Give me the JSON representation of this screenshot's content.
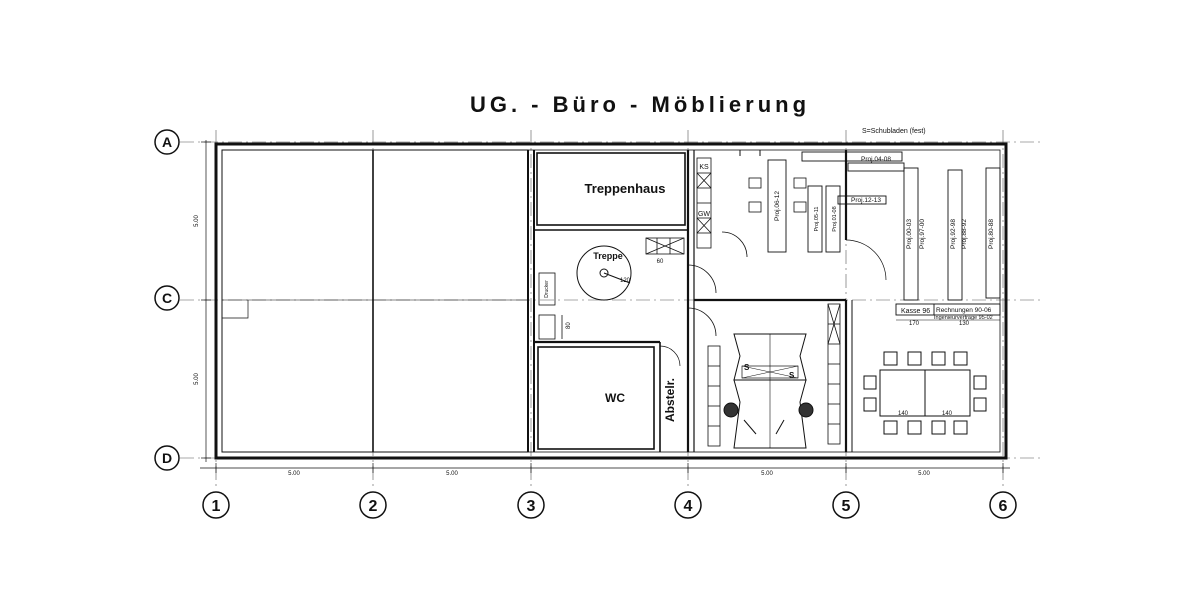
{
  "title": "UG. - Büro - Möblierung",
  "legend_note": "S=Schubladen (fest)",
  "axes": {
    "rows": [
      "A",
      "C",
      "D"
    ],
    "columns": [
      "1",
      "2",
      "3",
      "4",
      "5",
      "6"
    ]
  },
  "dimensions": {
    "bottom": [
      "5.00",
      "5.00",
      "5.00",
      "5.00"
    ],
    "left": [
      "5.00",
      "5.00"
    ]
  },
  "rooms": {
    "stair_hall": "Treppenhaus",
    "stair": "Treppe",
    "wc": "WC",
    "storage": "Abstelr."
  },
  "labels": {
    "drucker": "Drucker",
    "ks": "KS",
    "gw": "GW",
    "s_left": "S",
    "s_right": "S",
    "kasse": "Kasse 96",
    "rechnungen": "Rechnungen 90-06",
    "ingenieurvertraege": "Ingenieurverträge 95-02"
  },
  "shelves": [
    "Proj.06-12",
    "Proj.04-08",
    "Proj.05-11",
    "Proj.01-08",
    "Proj.12-13",
    "Proj.00-03",
    "Proj.97-00",
    "Proj.92-98",
    "Proj.88-92",
    "Proj.80-88"
  ],
  "measures": {
    "stair_dia": "120",
    "table_left": "140",
    "table_right": "140",
    "kasse_w": "170",
    "rech_w": "130",
    "d80": "80",
    "d60": "60"
  }
}
